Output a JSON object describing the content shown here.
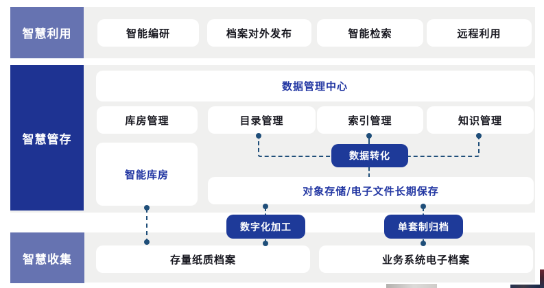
{
  "sections": {
    "utilization": {
      "label": "智慧利用",
      "items": [
        "智能编研",
        "档案对外发布",
        "智能检索",
        "远程利用"
      ]
    },
    "management": {
      "label": "智慧管存",
      "data_center": "数据管理中心",
      "modules": [
        "库房管理",
        "目录管理",
        "索引管理",
        "知识管理"
      ],
      "smart_warehouse": "智能库房",
      "data_transform": "数据转化",
      "object_storage": "对象存储/电子文件长期保存"
    },
    "collection": {
      "label": "智慧收集",
      "digitization": "数字化加工",
      "single_set_archive": "单套制归档",
      "paper_archive": "存量纸质档案",
      "business_electronic_archive": "业务系统电子档案"
    }
  },
  "colors": {
    "band_bg": "#f0f0ef",
    "label_light": "#6673b1",
    "label_dark": "#1e3392",
    "action_box": "#1e3a99",
    "blue_text": "#2236a2",
    "dark_text": "#17171f",
    "connector": "#1f4e79"
  }
}
